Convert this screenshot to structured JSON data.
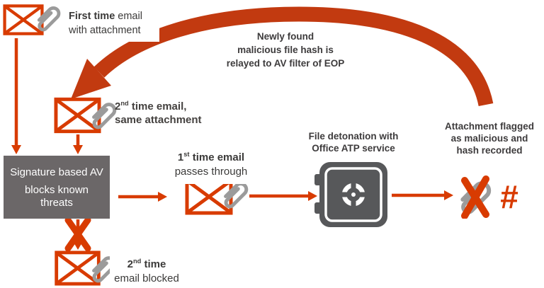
{
  "colors": {
    "envelope_orange": "#d83b01",
    "arrow_orange": "#d83b01",
    "arc_orange": "#c23a10",
    "paperclip_gray": "#9b9b9b",
    "av_box_gray": "#6b6768",
    "safe_gray": "#57585a",
    "text_dark": "#3b3a39",
    "text_white": "#ffffff"
  },
  "first_email_label": {
    "bold": "First time",
    "rest": " email",
    "line2": "with attachment"
  },
  "second_email_label": {
    "base": "2",
    "sup": "nd",
    "rest": " time email,",
    "line2": "same attachment"
  },
  "arc_note": {
    "line1": "Newly found",
    "line2": "malicious file hash is",
    "line3": "relayed to AV filter of EOP"
  },
  "av_box": {
    "line1": "Signature based AV",
    "line2": "blocks known",
    "line3": "threats"
  },
  "pass_label": {
    "base": "1",
    "sup": "st",
    "rest": " time email",
    "line2": "passes through"
  },
  "detonation_label": {
    "line1": "File detonation with",
    "line2": "Office ATP service"
  },
  "flagged_label": {
    "line1": "Attachment flagged",
    "line2": "as malicious and",
    "line3": "hash recorded"
  },
  "hash_icon": {
    "symbol": "#"
  },
  "blocked_label": {
    "base": "2",
    "sup": "nd",
    "rest": " time",
    "line2": "email blocked"
  }
}
